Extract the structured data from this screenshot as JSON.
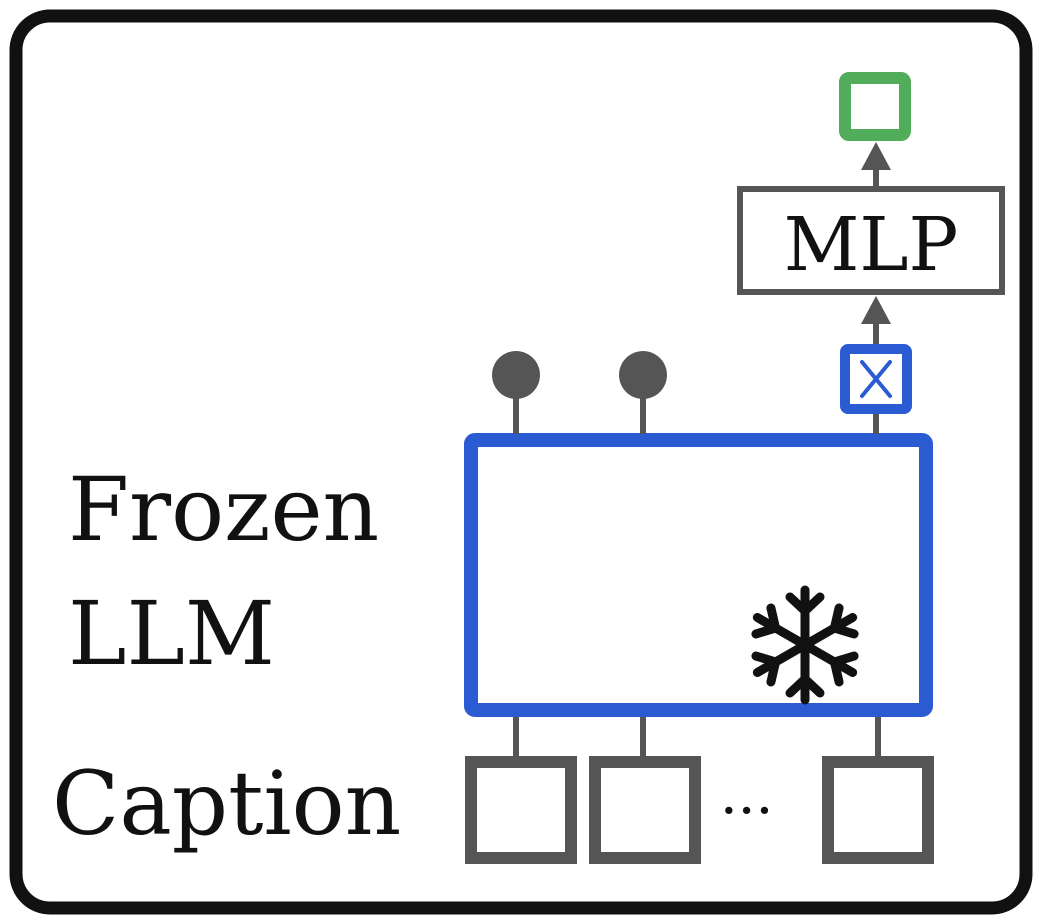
{
  "labels": {
    "frozen_line1": "Frozen",
    "frozen_line2": "LLM",
    "caption": "Caption",
    "mlp": "MLP",
    "ellipsis": "···"
  },
  "icons": {
    "frozen": "snowflake-icon",
    "token_marker": "cross-icon"
  },
  "colors": {
    "frame": "#111111",
    "llm_border": "#2a5bd2",
    "token_gray": "#555555",
    "output_green": "#52ad5a",
    "arrow_gray": "#555555"
  }
}
